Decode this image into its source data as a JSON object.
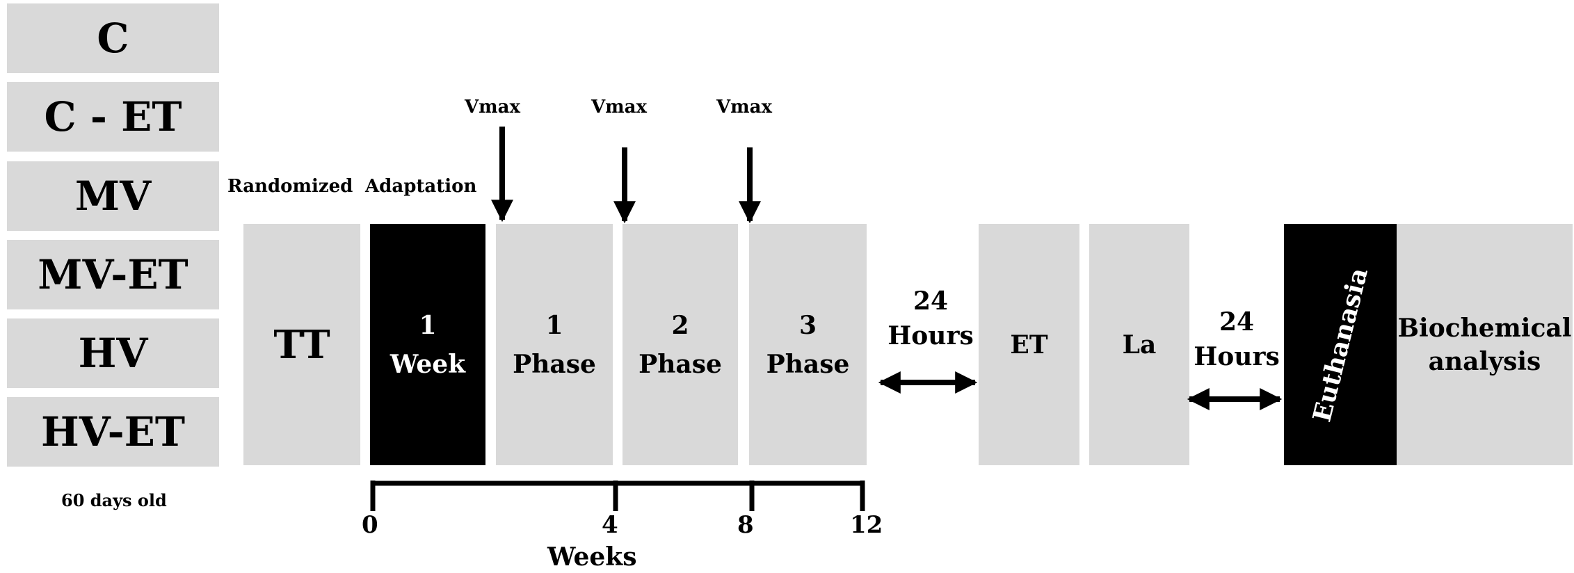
{
  "groups": [
    "C",
    "C - ET",
    "MV",
    "MV-ET",
    "HV",
    "HV-ET"
  ],
  "age_label": "60 days old",
  "labels": {
    "randomized": "Randomized",
    "adaptation": "Adaptation"
  },
  "vmax": [
    "Vmax",
    "Vmax",
    "Vmax"
  ],
  "blocks": {
    "tt": "TT",
    "week": [
      "1",
      "Week"
    ],
    "phase1": [
      "1",
      "Phase"
    ],
    "phase2": [
      "2",
      "Phase"
    ],
    "phase3": [
      "3",
      "Phase"
    ],
    "et": "ET",
    "la": "La",
    "euthanasia": "Euthanasia",
    "biochemical": [
      "Biochemical",
      "analysis"
    ]
  },
  "intervals": [
    [
      "24",
      "Hours"
    ],
    [
      "24",
      "Hours"
    ]
  ],
  "timeline": {
    "ticks": [
      "0",
      "4",
      "8",
      "12"
    ],
    "unit": "Weeks"
  },
  "colors": {
    "block_gray": "#d9d9d9",
    "block_black": "#000000"
  }
}
